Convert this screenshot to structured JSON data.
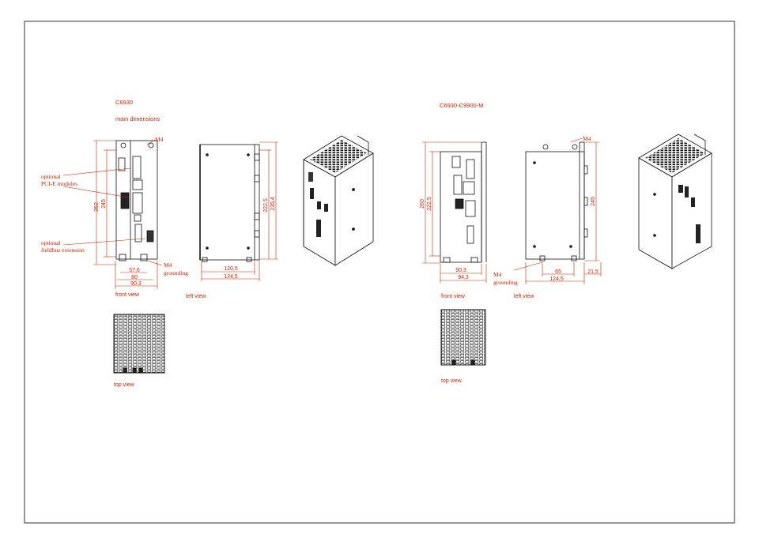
{
  "colors": {
    "accent": "#cc2200",
    "line": "#111111",
    "frame": "#333333"
  },
  "left_model": {
    "title": "C6930",
    "subtitle": "main dimensions",
    "labels": {
      "m4_top": "M4",
      "pcie": [
        "optional",
        "PCI-E modules"
      ],
      "fieldbus": [
        "optional",
        "fieldbus extension"
      ],
      "m4_bottom": "M4",
      "grounding": "grounding"
    },
    "front_dims": {
      "h1": "262",
      "h2": "245",
      "w1": "57,6",
      "w2": "80",
      "w3": "90,3"
    },
    "left_dims": {
      "h1": "222,5",
      "h2": "235,4",
      "w1": "120,5",
      "w2": "124,5"
    },
    "views": {
      "front": "front view",
      "left": "left view",
      "top": "top view"
    }
  },
  "right_model": {
    "title": "C6930-C9900-M",
    "labels": {
      "m4_top": "M4",
      "m4_bottom": "M4",
      "grounding": "grounding"
    },
    "front_dims": {
      "h1": "260",
      "h2": "222,5",
      "w1": "90,3",
      "w2": "94,3"
    },
    "left_dims": {
      "h1": "245",
      "w1": "65",
      "w2": "21,5",
      "w3": "124,5"
    },
    "views": {
      "front": "front view",
      "left": "left view",
      "top": "top view"
    }
  }
}
